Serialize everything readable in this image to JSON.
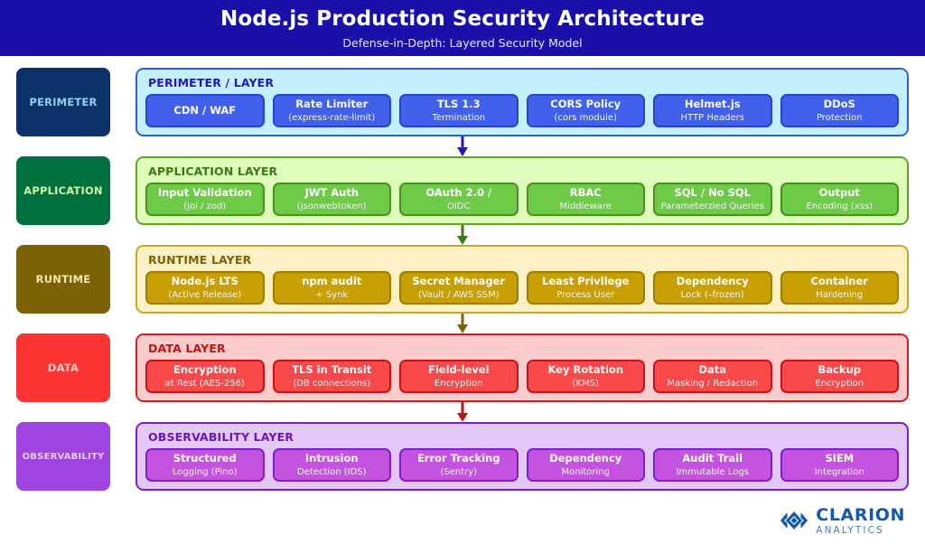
{
  "header": {
    "title": "Node.js Production Security Architecture",
    "subtitle": "Defense-in-Depth: Layered Security Model",
    "bg_color": "#1a0fa8",
    "title_color": "#ffffff"
  },
  "layers": [
    {
      "key": "perimeter",
      "chip_label": "PERIMETER",
      "panel_title": "PERIMETER / LAYER",
      "chip_bg": "#0b3168",
      "chip_text": "#8fd3f4",
      "panel_bg": "#c4f0fd",
      "panel_border": "#2f5fe0",
      "title_color": "#2416bb",
      "card_bg": "#4161ec",
      "card_border": "#2944c9",
      "arrow_color": "#2416bb",
      "cards": [
        {
          "title": "CDN / WAF",
          "sub": ""
        },
        {
          "title": "Rate Limiter",
          "sub": "(express-rate-limit)"
        },
        {
          "title": "TLS 1.3",
          "sub": "Termination"
        },
        {
          "title": "CORS Policy",
          "sub": "(cors module)"
        },
        {
          "title": "Helmet.js",
          "sub": "HTTP Headers"
        },
        {
          "title": "DDoS",
          "sub": "Protection"
        }
      ]
    },
    {
      "key": "application",
      "chip_label": "APPLICATION",
      "panel_title": "APPLICATION LAYER",
      "chip_bg": "#00713f",
      "chip_text": "#d6f5a8",
      "panel_bg": "#defdbb",
      "panel_border": "#62a81c",
      "title_color": "#3e7a10",
      "card_bg": "#6ecb48",
      "card_border": "#4d8f1f",
      "arrow_color": "#3e7a10",
      "cards": [
        {
          "title": "Input Validation",
          "sub": "(joi / zod)"
        },
        {
          "title": "JWT Auth",
          "sub": "(jsonwebtoken)"
        },
        {
          "title": "OAuth 2.0 /",
          "sub": "OIDC"
        },
        {
          "title": "RBAC",
          "sub": "Middleware"
        },
        {
          "title": "SQL / No SQL",
          "sub": "Parameterzied Queries"
        },
        {
          "title": "Output",
          "sub": "Encoding (xss)"
        }
      ]
    },
    {
      "key": "runtime",
      "chip_label": "RUNTIME",
      "panel_title": "RUNTIME LAYER",
      "chip_bg": "#7d6208",
      "chip_text": "#f2e6b0",
      "panel_bg": "#fcf0c4",
      "panel_border": "#c9a722",
      "title_color": "#7d6208",
      "card_bg": "#c8a005",
      "card_border": "#9b7c04",
      "arrow_color": "#7d6208",
      "cards": [
        {
          "title": "Node.js LTS",
          "sub": "(Active Release)"
        },
        {
          "title": "npm audit",
          "sub": "+ Synk"
        },
        {
          "title": "Secret Manager",
          "sub": "(Vault / AWS SSM)"
        },
        {
          "title": "Least Privilege",
          "sub": "Process User"
        },
        {
          "title": "Dependency",
          "sub": "Lock (–frozen)"
        },
        {
          "title": "Container",
          "sub": "Hardening"
        }
      ]
    },
    {
      "key": "data",
      "chip_label": "DATA",
      "panel_title": "DATA LAYER",
      "chip_bg": "#fc3434",
      "chip_text": "#ffc9c9",
      "panel_bg": "#fccccc",
      "panel_border": "#d81b1b",
      "title_color": "#c21414",
      "card_bg": "#f9484a",
      "card_border": "#c41217",
      "arrow_color": "#c21414",
      "cards": [
        {
          "title": "Encryption",
          "sub": "at Rest (AES-256)"
        },
        {
          "title": "TLS in Transit",
          "sub": "(DB connections)"
        },
        {
          "title": "Field-level",
          "sub": "Encryption"
        },
        {
          "title": "Key Rotation",
          "sub": "(KMS)"
        },
        {
          "title": "Data",
          "sub": "Masking / Redaction"
        },
        {
          "title": "Backup",
          "sub": "Encryption"
        }
      ]
    },
    {
      "key": "observability",
      "chip_label": "OBSERVABILITY",
      "panel_title": "OBSERVABILITY LAYER",
      "chip_bg": "#a044e0",
      "chip_text": "#e6cdf7",
      "panel_bg": "#e3c8f7",
      "panel_border": "#7b1fd1",
      "title_color": "#6a19b8",
      "card_bg": "#c454e0",
      "card_border": "#7b1fd1",
      "arrow_color": "#6a19b8",
      "cards": [
        {
          "title": "Structured",
          "sub": "Logging (Pino)"
        },
        {
          "title": "Intrusion",
          "sub": "Detection (IDS)"
        },
        {
          "title": "Error Tracking",
          "sub": "(Sentry)"
        },
        {
          "title": "Dependency",
          "sub": "Monitoring"
        },
        {
          "title": "Audit Trail",
          "sub": "Immutable Logs"
        },
        {
          "title": "SIEM",
          "sub": "Integration"
        }
      ]
    }
  ],
  "footer": {
    "logo_main": "CLARION",
    "logo_sub": "ANALYTICS",
    "logo_color": "#1257b0"
  }
}
